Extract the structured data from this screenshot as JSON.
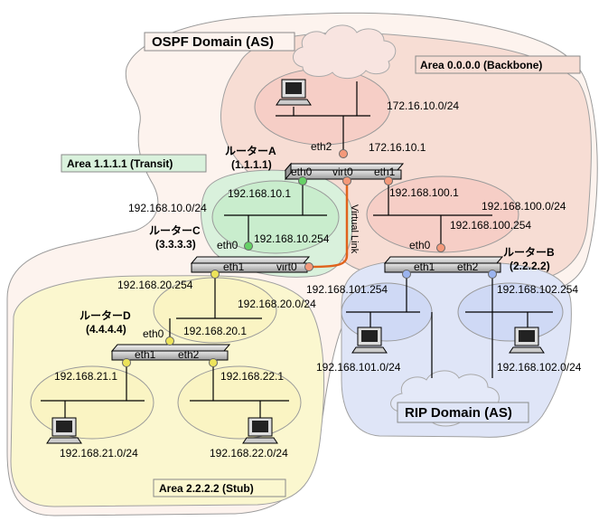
{
  "domains": {
    "ospf": "OSPF Domain (AS)",
    "rip": "RIP Domain (AS)"
  },
  "areas": {
    "backbone": "Area 0.0.0.0 (Backbone)",
    "transit": "Area 1.1.1.1 (Transit)",
    "stub": "Area 2.2.2.2 (Stub)"
  },
  "routers": {
    "a": {
      "name": "ルーターA",
      "id": "(1.1.1.1)",
      "eth0": "eth0",
      "virt0": "virt0",
      "eth1": "eth1",
      "eth2": "eth2"
    },
    "b": {
      "name": "ルーターB",
      "id": "(2.2.2.2)",
      "eth0": "eth0",
      "eth1": "eth1",
      "eth2": "eth2"
    },
    "c": {
      "name": "ルーターC",
      "id": "(3.3.3.3)",
      "eth0": "eth0",
      "eth1": "eth1",
      "virt0": "virt0"
    },
    "d": {
      "name": "ルーターD",
      "id": "(4.4.4.4)",
      "eth0": "eth0",
      "eth1": "eth1",
      "eth2": "eth2"
    }
  },
  "virtual_link": "Virtual Link",
  "addresses": {
    "net_172": "172.16.10.0/24",
    "a_eth2": "172.16.10.1",
    "a_eth0": "192.168.10.1",
    "net_10": "192.168.10.0/24",
    "c_eth0": "192.168.10.254",
    "a_eth1": "192.168.100.1",
    "net_100": "192.168.100.0/24",
    "b_eth0": "192.168.100.254",
    "c_eth1": "192.168.20.254",
    "net_20": "192.168.20.0/24",
    "d_eth0": "192.168.20.1",
    "b_eth1": "192.168.101.254",
    "b_eth2": "192.168.102.254",
    "net_101": "192.168.101.0/24",
    "net_102": "192.168.102.0/24",
    "d_eth1": "192.168.21.1",
    "d_eth2": "192.168.22.1",
    "net_21": "192.168.21.0/24",
    "net_22": "192.168.22.0/24"
  },
  "colors": {
    "backbone": "#f6dcd4",
    "transit": "#d6f0d8",
    "stub": "#fbf6cc",
    "rip": "#dde3f6",
    "ospf_bg": "#fdf5f0",
    "port_backbone": "#f4997a",
    "port_transit": "#66d166",
    "port_stub": "#ece35a",
    "port_rip": "#9bb4ef",
    "virtual_link": "#e0631c"
  }
}
